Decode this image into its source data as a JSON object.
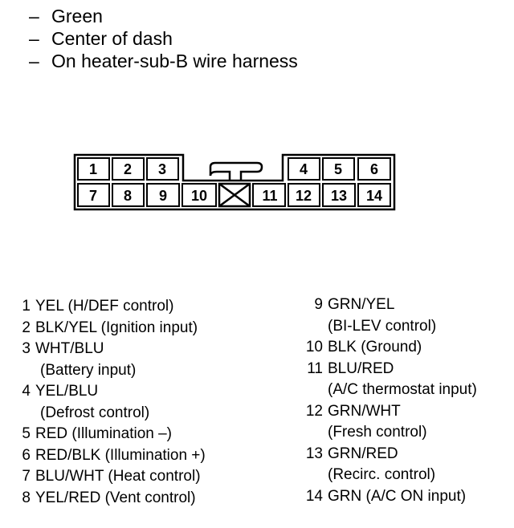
{
  "notes": [
    {
      "dash": "–",
      "text": "Green"
    },
    {
      "dash": "–",
      "text": "Center of dash"
    },
    {
      "dash": "–",
      "text": "On heater-sub-B wire harness"
    }
  ],
  "connector_labels": [
    "1",
    "2",
    "3",
    "4",
    "5",
    "6",
    "7",
    "8",
    "9",
    "10",
    "11",
    "12",
    "13",
    "14"
  ],
  "pins_left": [
    {
      "num": "1",
      "line1": "YEL (H/DEF control)",
      "line2": ""
    },
    {
      "num": "2",
      "line1": "BLK/YEL (Ignition input)",
      "line2": ""
    },
    {
      "num": "3",
      "line1": "WHT/BLU",
      "line2": "(Battery input)"
    },
    {
      "num": "4",
      "line1": "YEL/BLU",
      "line2": "(Defrost control)"
    },
    {
      "num": "5",
      "line1": "RED (Illumination –)",
      "line2": ""
    },
    {
      "num": "6",
      "line1": "RED/BLK (Illumination +)",
      "line2": ""
    },
    {
      "num": "7",
      "line1": "BLU/WHT (Heat control)",
      "line2": ""
    },
    {
      "num": "8",
      "line1": "YEL/RED (Vent control)",
      "line2": ""
    }
  ],
  "pins_right": [
    {
      "num": "9",
      "line1": "GRN/YEL",
      "line2": "(BI-LEV control)"
    },
    {
      "num": "10",
      "line1": "BLK (Ground)",
      "line2": ""
    },
    {
      "num": "11",
      "line1": "BLU/RED",
      "line2": "(A/C thermostat input)"
    },
    {
      "num": "12",
      "line1": "GRN/WHT",
      "line2": "(Fresh control)"
    },
    {
      "num": "13",
      "line1": "GRN/RED",
      "line2": "(Recirc. control)"
    },
    {
      "num": "14",
      "line1": "GRN (A/C ON input)",
      "line2": ""
    }
  ]
}
